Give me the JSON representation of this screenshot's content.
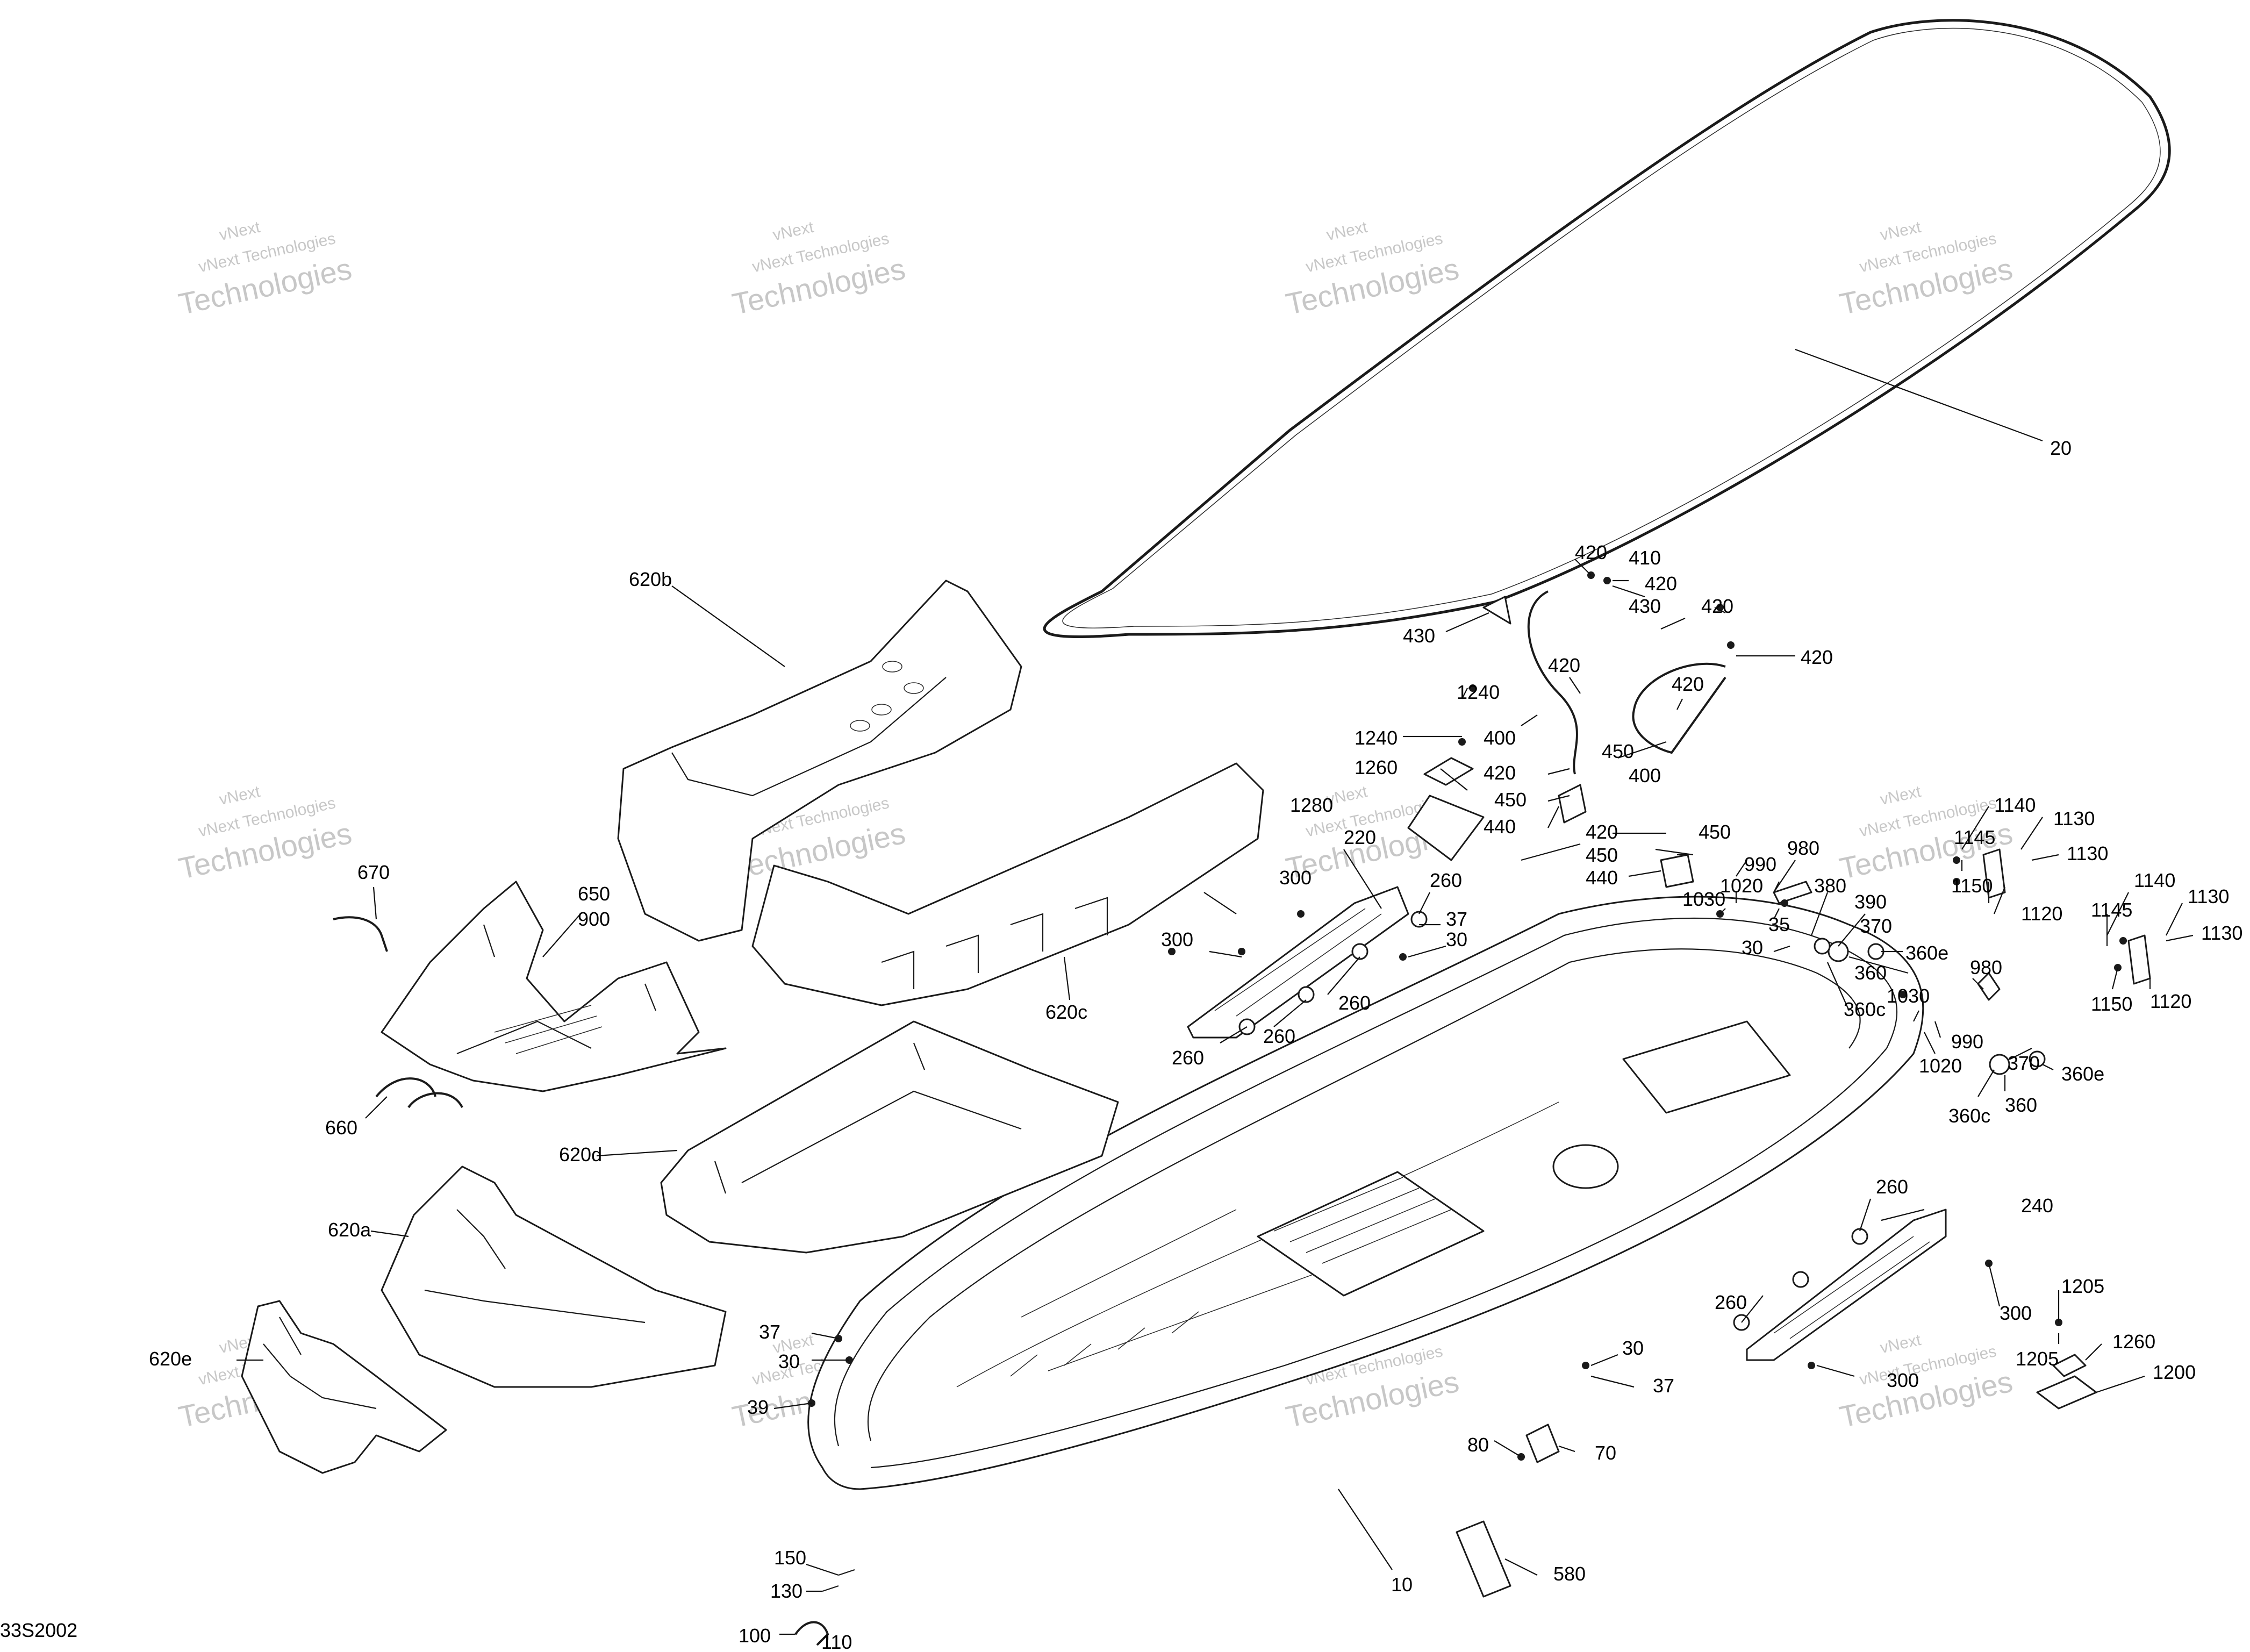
{
  "diagram_code": "33S2002",
  "watermark": {
    "line1": "vNext",
    "line2": "vNext Technologies",
    "line3": "Technologies"
  },
  "callouts": [
    {
      "id": "c20",
      "label": "20"
    },
    {
      "id": "c620b",
      "label": "620b"
    },
    {
      "id": "c420a",
      "label": "420"
    },
    {
      "id": "c410",
      "label": "410"
    },
    {
      "id": "c420b",
      "label": "420"
    },
    {
      "id": "c430a",
      "label": "430"
    },
    {
      "id": "c430b",
      "label": "430"
    },
    {
      "id": "c420c",
      "label": "420"
    },
    {
      "id": "c420d",
      "label": "420"
    },
    {
      "id": "c420e",
      "label": "420"
    },
    {
      "id": "c420f",
      "label": "420"
    },
    {
      "id": "c1240a",
      "label": "1240"
    },
    {
      "id": "c1240b",
      "label": "1240"
    },
    {
      "id": "c400a",
      "label": "400"
    },
    {
      "id": "c420g",
      "label": "420"
    },
    {
      "id": "c450a",
      "label": "450"
    },
    {
      "id": "c400b",
      "label": "400"
    },
    {
      "id": "c1260a",
      "label": "1260"
    },
    {
      "id": "c450b",
      "label": "450"
    },
    {
      "id": "c440a",
      "label": "440"
    },
    {
      "id": "c1280",
      "label": "1280"
    },
    {
      "id": "c220",
      "label": "220"
    },
    {
      "id": "c420h",
      "label": "420"
    },
    {
      "id": "c450c",
      "label": "450"
    },
    {
      "id": "c450d",
      "label": "450"
    },
    {
      "id": "c440b",
      "label": "440"
    },
    {
      "id": "c980a",
      "label": "980"
    },
    {
      "id": "c990a",
      "label": "990"
    },
    {
      "id": "c1020a",
      "label": "1020"
    },
    {
      "id": "c1030a",
      "label": "1030"
    },
    {
      "id": "c35",
      "label": "35"
    },
    {
      "id": "c380",
      "label": "380"
    },
    {
      "id": "c390",
      "label": "390"
    },
    {
      "id": "c370a",
      "label": "370"
    },
    {
      "id": "c360ea",
      "label": "360e"
    },
    {
      "id": "c30a",
      "label": "30"
    },
    {
      "id": "c360a",
      "label": "360"
    },
    {
      "id": "c360ca",
      "label": "360c"
    },
    {
      "id": "c1140a",
      "label": "1140"
    },
    {
      "id": "c1130a",
      "label": "1130"
    },
    {
      "id": "c1145a",
      "label": "1145"
    },
    {
      "id": "c1130b",
      "label": "1130"
    },
    {
      "id": "c1150a",
      "label": "1150"
    },
    {
      "id": "c1120a",
      "label": "1120"
    },
    {
      "id": "c1140b",
      "label": "1140"
    },
    {
      "id": "c1130c",
      "label": "1130"
    },
    {
      "id": "c1145b",
      "label": "1145"
    },
    {
      "id": "c1130d",
      "label": "1130"
    },
    {
      "id": "c1150b",
      "label": "1150"
    },
    {
      "id": "c1120b",
      "label": "1120"
    },
    {
      "id": "c980b",
      "label": "980"
    },
    {
      "id": "c1030b",
      "label": "1030"
    },
    {
      "id": "c990b",
      "label": "990"
    },
    {
      "id": "c1020b",
      "label": "1020"
    },
    {
      "id": "c370b",
      "label": "370"
    },
    {
      "id": "c360eb",
      "label": "360e"
    },
    {
      "id": "c360cb",
      "label": "360c"
    },
    {
      "id": "c360b",
      "label": "360"
    },
    {
      "id": "c670",
      "label": "670"
    },
    {
      "id": "c650",
      "label": "650"
    },
    {
      "id": "c900",
      "label": "900"
    },
    {
      "id": "c300a",
      "label": "300"
    },
    {
      "id": "c300b",
      "label": "300"
    },
    {
      "id": "c260a",
      "label": "260"
    },
    {
      "id": "c37a",
      "label": "37"
    },
    {
      "id": "c30b",
      "label": "30"
    },
    {
      "id": "c620c",
      "label": "620c"
    },
    {
      "id": "c260b",
      "label": "260"
    },
    {
      "id": "c260c",
      "label": "260"
    },
    {
      "id": "c260d",
      "label": "260"
    },
    {
      "id": "c660",
      "label": "660"
    },
    {
      "id": "c620d",
      "label": "620d"
    },
    {
      "id": "c620a",
      "label": "620a"
    },
    {
      "id": "c260e",
      "label": "260"
    },
    {
      "id": "c240",
      "label": "240"
    },
    {
      "id": "c300c",
      "label": "300"
    },
    {
      "id": "c260f",
      "label": "260"
    },
    {
      "id": "c1205a",
      "label": "1205"
    },
    {
      "id": "c1260b",
      "label": "1260"
    },
    {
      "id": "c1205b",
      "label": "1205"
    },
    {
      "id": "c300d",
      "label": "300"
    },
    {
      "id": "c1200",
      "label": "1200"
    },
    {
      "id": "c620e",
      "label": "620e"
    },
    {
      "id": "c37b",
      "label": "37"
    },
    {
      "id": "c30c",
      "label": "30"
    },
    {
      "id": "c39",
      "label": "39"
    },
    {
      "id": "c30d",
      "label": "30"
    },
    {
      "id": "c37c",
      "label": "37"
    },
    {
      "id": "c80",
      "label": "80"
    },
    {
      "id": "c70",
      "label": "70"
    },
    {
      "id": "c10",
      "label": "10"
    },
    {
      "id": "c580",
      "label": "580"
    },
    {
      "id": "c150",
      "label": "150"
    },
    {
      "id": "c130",
      "label": "130"
    },
    {
      "id": "c100",
      "label": "100"
    },
    {
      "id": "c110",
      "label": "110"
    }
  ]
}
